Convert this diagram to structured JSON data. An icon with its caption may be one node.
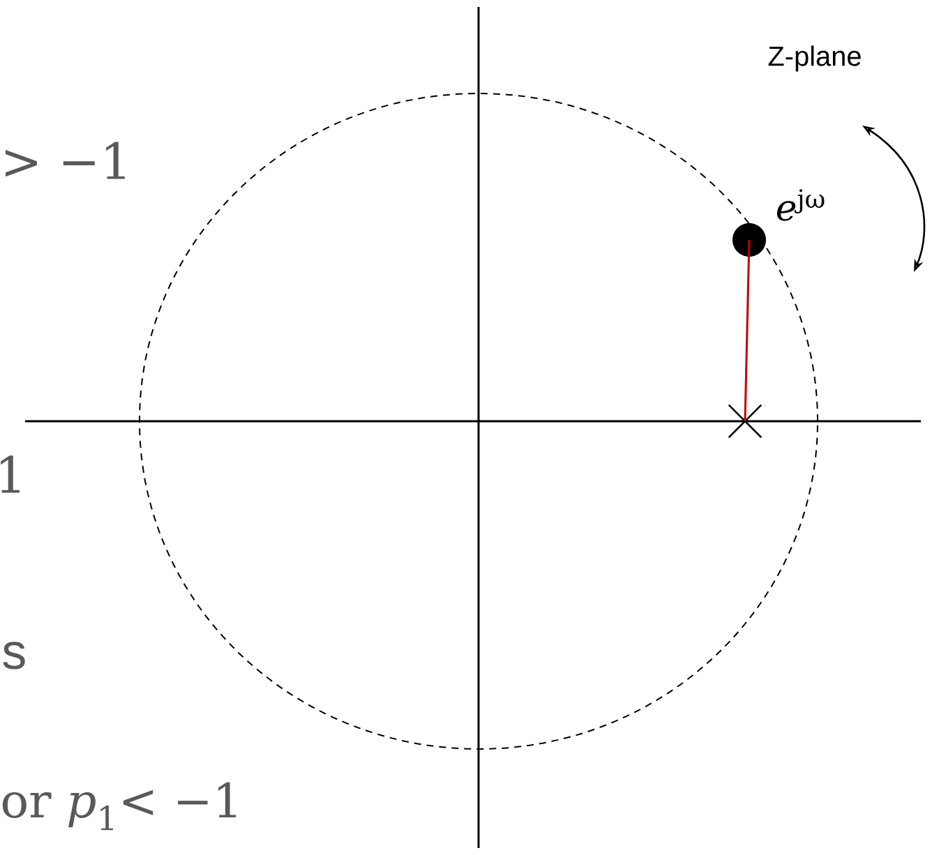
{
  "diagram": {
    "nodes": [
      {
        "text": [],
        "shape": "circle"
      },
      {
        "text": [],
        "shape": "cross"
      }
    ],
    "edges": [
      {
        "from": 0,
        "to": 1,
        "arrow": "none",
        "color": "#c00000"
      }
    ],
    "labels": [
      "Z-plane",
      "> −1",
      "*e*$^{jω}$",
      "1",
      "s",
      "or *p*$_{1}$< −1"
    ]
  }
}
